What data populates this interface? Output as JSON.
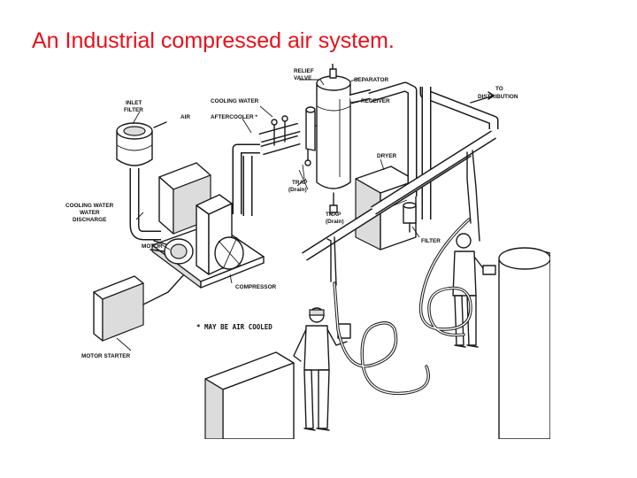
{
  "title": "An Industrial compressed air system.",
  "labels": {
    "relief_valve_1": "RELIEF",
    "relief_valve_2": "VALVE",
    "separator": "SEPARATOR",
    "cooling_water": "COOLING WATER",
    "receiver": "RECEIVER",
    "to_distribution_1": "TO",
    "to_distribution_2": "DISTRIBUTION",
    "inlet_filter_1": "INLET",
    "inlet_filter_2": "FILTER",
    "air": "AIR",
    "aftercooler": "AFTERCOOLER *",
    "dryer": "DRYER",
    "trap_drain_upper_1": "TRAP",
    "trap_drain_upper_2": "(Drain)",
    "trap_drain_lower_1": "TRAP",
    "trap_drain_lower_2": "(Drain)",
    "cooling_water_discharge_1": "COOLING WATER",
    "cooling_water_discharge_2": "WATER",
    "cooling_water_discharge_3": "DISCHARGE",
    "filter": "FILTER",
    "motor": "MOTOR",
    "compressor": "COMPRESSOR",
    "note": "* MAY BE AIR COOLED",
    "motor_starter": "MOTOR STARTER"
  }
}
